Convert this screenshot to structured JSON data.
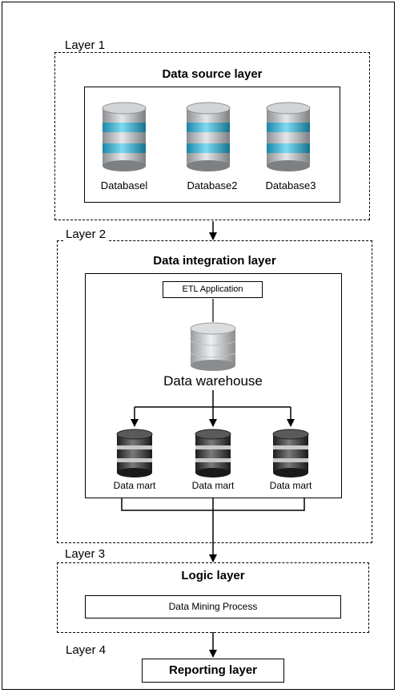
{
  "layers": [
    {
      "label": "Layer 1",
      "title": "Data source layer",
      "databases": [
        "Databasel",
        "Database2",
        "Database3"
      ]
    },
    {
      "label": "Layer 2",
      "title": "Data integration layer",
      "etl": "ETL Application",
      "warehouse": "Data warehouse",
      "marts": [
        "Data mart",
        "Data mart",
        "Data mart"
      ]
    },
    {
      "label": "Layer 3",
      "title": "Logic layer",
      "process": "Data Mining Process"
    },
    {
      "label": "Layer 4",
      "title": "Reporting layer"
    }
  ],
  "icons": {
    "database": "database-icon-blue",
    "warehouse": "database-icon-silver",
    "mart": "database-icon-dark"
  },
  "colors": {
    "source_band": "#3bb4d6",
    "silver": "#b9bcbf",
    "dark": "#3a3a3a"
  }
}
